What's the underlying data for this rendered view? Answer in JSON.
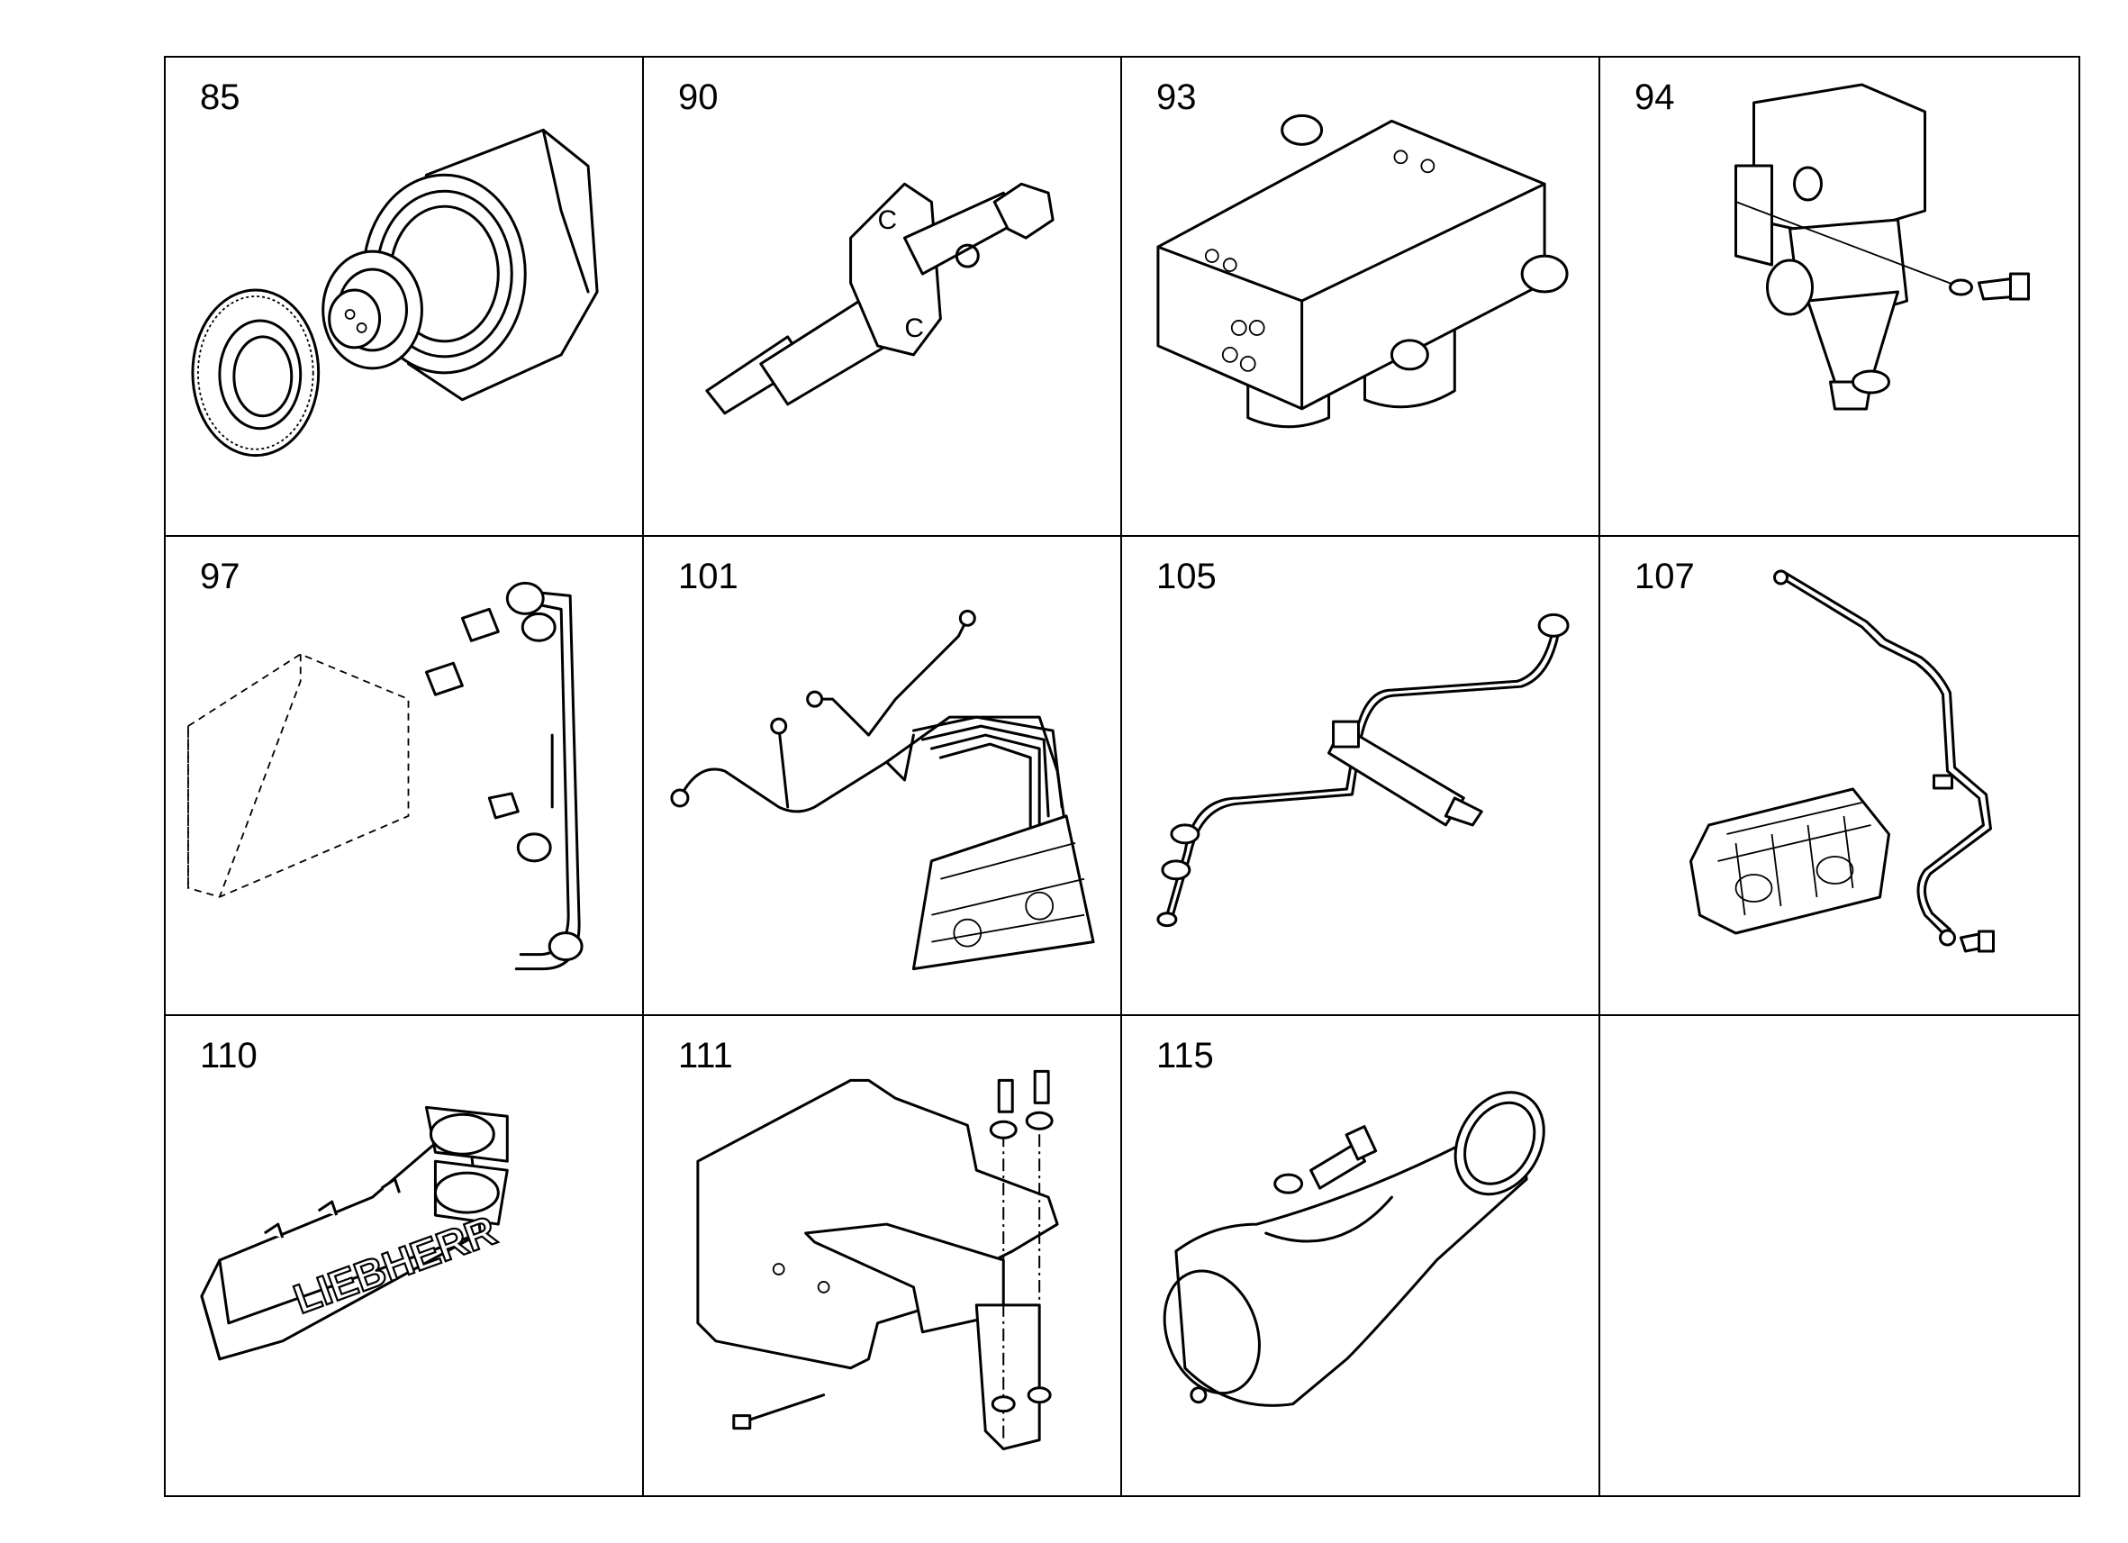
{
  "cells": [
    {
      "number": "85",
      "icon": "gear-pump-icon"
    },
    {
      "number": "90",
      "icon": "injector-icon"
    },
    {
      "number": "93",
      "icon": "valve-block-icon"
    },
    {
      "number": "94",
      "icon": "fuel-filter-icon"
    },
    {
      "number": "97",
      "icon": "fuel-lines-icon"
    },
    {
      "number": "101",
      "icon": "injection-lines-icon"
    },
    {
      "number": "105",
      "icon": "injector-line-icon"
    },
    {
      "number": "107",
      "icon": "injection-pump-line-icon"
    },
    {
      "number": "110",
      "icon": "exhaust-manifold-icon",
      "logo_text": "LIEBHERR"
    },
    {
      "number": "111",
      "icon": "bracket-icon"
    },
    {
      "number": "115",
      "icon": "intake-elbow-icon"
    },
    {
      "number": "",
      "icon": ""
    }
  ]
}
